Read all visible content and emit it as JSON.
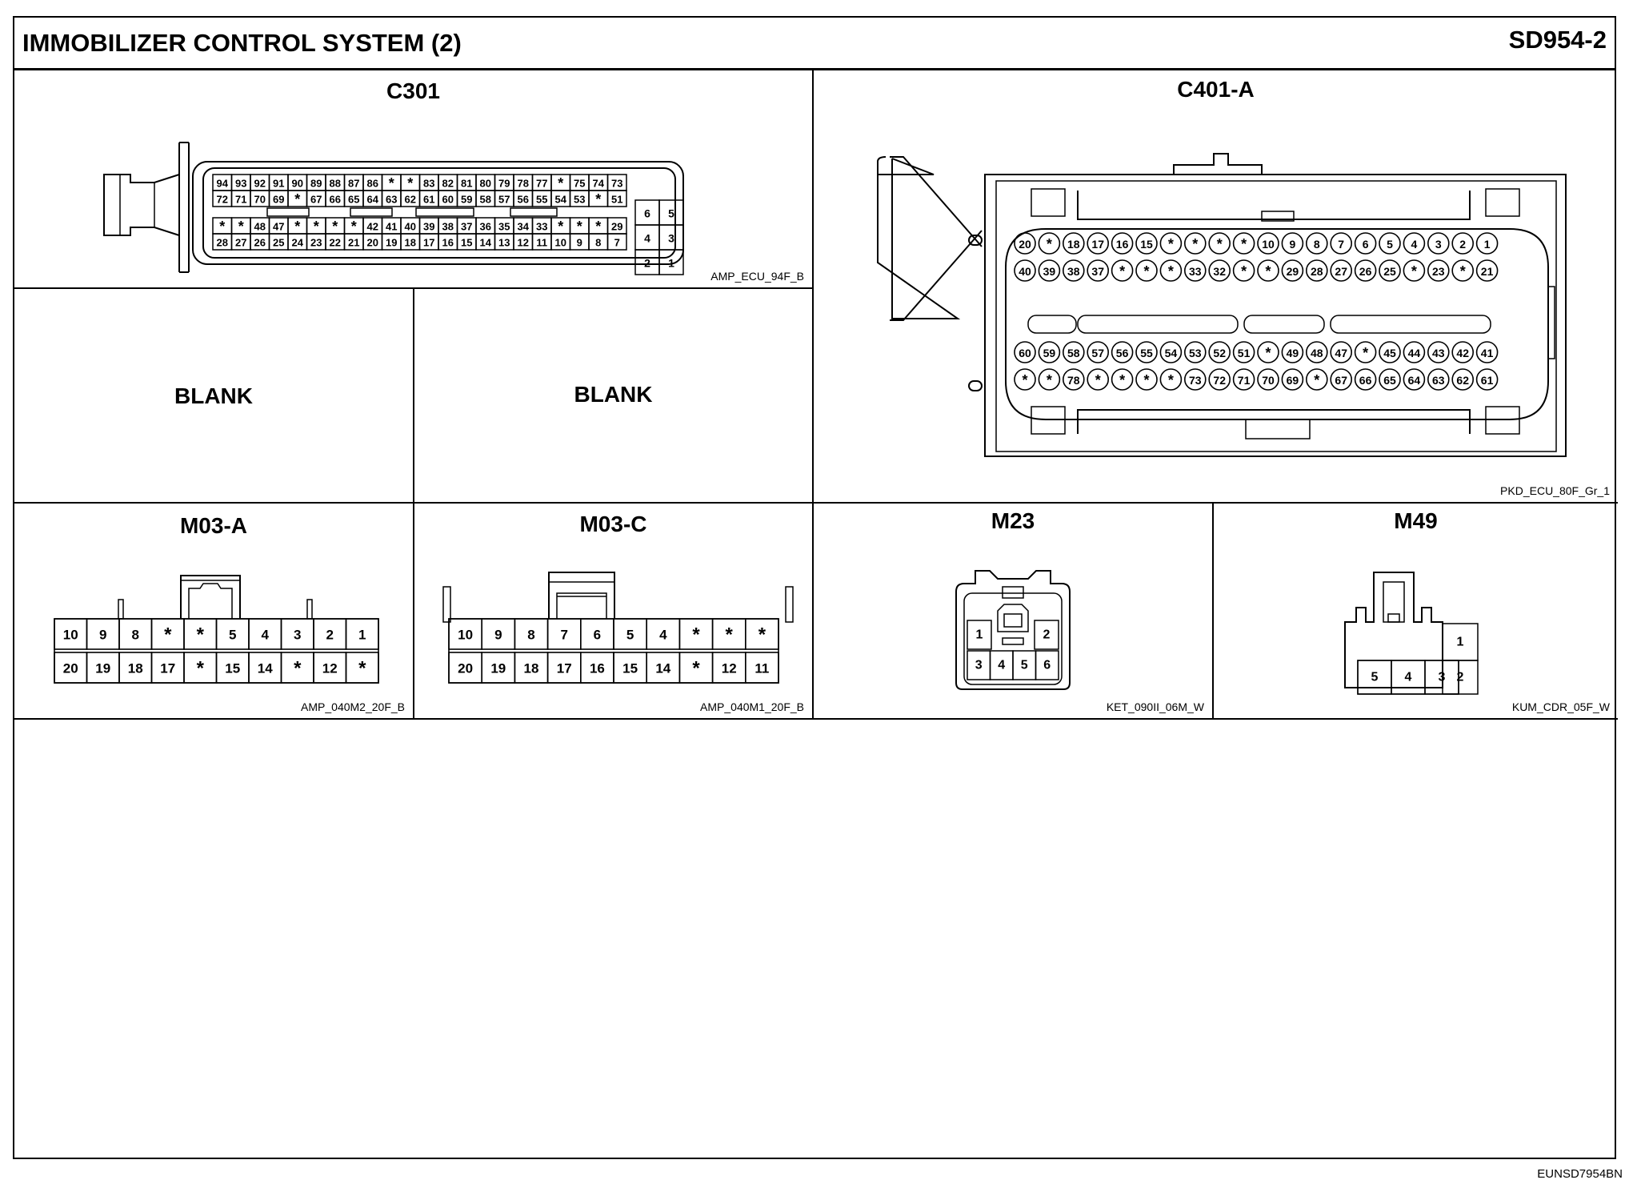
{
  "header": {
    "title": "IMMOBILIZER CONTROL SYSTEM (2)",
    "code": "SD954-2"
  },
  "footer": {
    "code": "EUNSD7954BN"
  },
  "connectors": {
    "c301": {
      "title": "C301",
      "part": "AMP_ECU_94F_B",
      "rows": [
        [
          "94",
          "93",
          "92",
          "91",
          "90",
          "89",
          "88",
          "87",
          "86",
          "*",
          "*",
          "83",
          "82",
          "81",
          "80",
          "79",
          "78",
          "77",
          "*",
          "75",
          "74",
          "73"
        ],
        [
          "72",
          "71",
          "70",
          "69",
          "*",
          "67",
          "66",
          "65",
          "64",
          "63",
          "62",
          "61",
          "60",
          "59",
          "58",
          "57",
          "56",
          "55",
          "54",
          "53",
          "*",
          "51"
        ],
        [
          "*",
          "*",
          "48",
          "47",
          "*",
          "*",
          "*",
          "*",
          "42",
          "41",
          "40",
          "39",
          "38",
          "37",
          "36",
          "35",
          "34",
          "33",
          "*",
          "*",
          "*",
          "29"
        ],
        [
          "28",
          "27",
          "26",
          "25",
          "24",
          "23",
          "22",
          "21",
          "20",
          "19",
          "18",
          "17",
          "16",
          "15",
          "14",
          "13",
          "12",
          "11",
          "10",
          "9",
          "8",
          "7"
        ]
      ],
      "side": [
        [
          "6",
          "5"
        ],
        [
          "4",
          "3"
        ],
        [
          "2",
          "1"
        ]
      ]
    },
    "c401a": {
      "title": "C401-A",
      "part": "PKD_ECU_80F_Gr_1",
      "rows": [
        [
          "20",
          "*",
          "18",
          "17",
          "16",
          "15",
          "*",
          "*",
          "*",
          "*",
          "10",
          "9",
          "8",
          "7",
          "6",
          "5",
          "4",
          "3",
          "2",
          "1"
        ],
        [
          "40",
          "39",
          "38",
          "37",
          "*",
          "*",
          "*",
          "33",
          "32",
          "*",
          "*",
          "29",
          "28",
          "27",
          "26",
          "25",
          "*",
          "23",
          "*",
          "21"
        ],
        [
          "60",
          "59",
          "58",
          "57",
          "56",
          "55",
          "54",
          "53",
          "52",
          "51",
          "*",
          "49",
          "48",
          "47",
          "*",
          "45",
          "44",
          "43",
          "42",
          "41"
        ],
        [
          "*",
          "*",
          "78",
          "*",
          "*",
          "*",
          "*",
          "73",
          "72",
          "71",
          "70",
          "69",
          "*",
          "67",
          "66",
          "65",
          "64",
          "63",
          "62",
          "61"
        ]
      ]
    },
    "blank1": {
      "label": "BLANK"
    },
    "blank2": {
      "label": "BLANK"
    },
    "m03a": {
      "title": "M03-A",
      "part": "AMP_040M2_20F_B",
      "rows": [
        [
          "10",
          "9",
          "8",
          "*",
          "*",
          "5",
          "4",
          "3",
          "2",
          "1"
        ],
        [
          "20",
          "19",
          "18",
          "17",
          "*",
          "15",
          "14",
          "*",
          "12",
          "*"
        ]
      ]
    },
    "m03c": {
      "title": "M03-C",
      "part": "AMP_040M1_20F_B",
      "rows": [
        [
          "10",
          "9",
          "8",
          "7",
          "6",
          "5",
          "4",
          "*",
          "*",
          "*"
        ],
        [
          "20",
          "19",
          "18",
          "17",
          "16",
          "15",
          "14",
          "*",
          "12",
          "11"
        ]
      ]
    },
    "m23": {
      "title": "M23",
      "part": "KET_090II_06M_W",
      "pins": [
        "1",
        "2",
        "3",
        "4",
        "5",
        "6"
      ]
    },
    "m49": {
      "title": "M49",
      "part": "KUM_CDR_05F_W",
      "pins": [
        "1",
        "5",
        "4",
        "3",
        "2"
      ]
    }
  }
}
